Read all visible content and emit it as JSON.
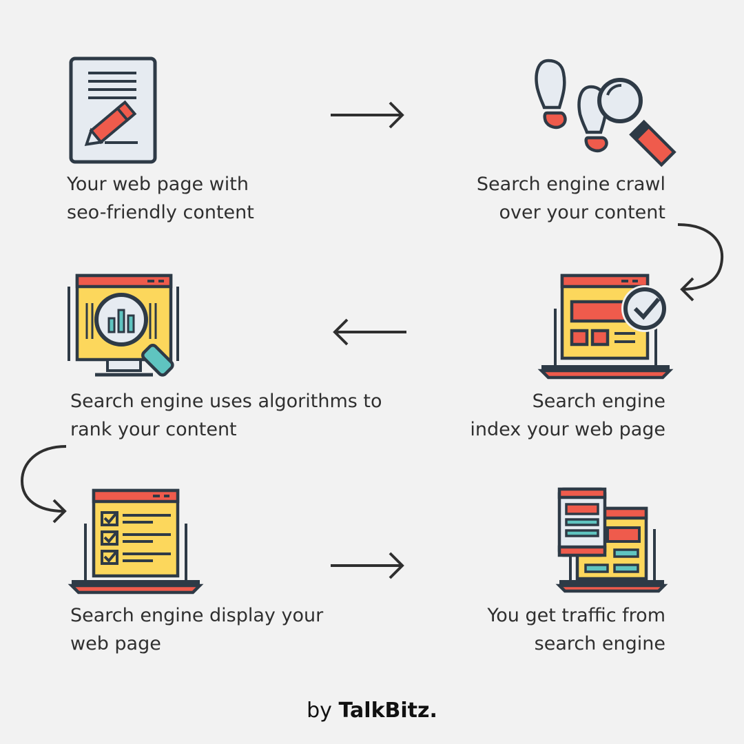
{
  "steps": [
    {
      "lines": [
        "Your web page with",
        "seo-friendly content"
      ]
    },
    {
      "lines": [
        "Search engine crawl",
        "over your content"
      ]
    },
    {
      "lines": [
        "Search engine",
        "index your web page"
      ]
    },
    {
      "lines": [
        "Search engine uses algorithms to",
        "rank your content"
      ]
    },
    {
      "lines": [
        "Search engine display your",
        "web page"
      ]
    },
    {
      "lines": [
        "You get traffic from",
        "search engine"
      ]
    }
  ],
  "credit": {
    "prefix": "by",
    "brand": "TalkBitz",
    "suffix": "."
  },
  "colors": {
    "background": "#f2f2f2",
    "outline": "#2e3a46",
    "red": "#ef5b4c",
    "yellow": "#fcd75c",
    "teal": "#5fc4c0",
    "paper": "#e6ebf1",
    "text": "#2f2f2f"
  },
  "icons": [
    "document-edit-icon",
    "footsteps-search-icon",
    "laptop-check-icon",
    "monitor-analytics-icon",
    "laptop-checklist-icon",
    "devices-traffic-icon"
  ]
}
